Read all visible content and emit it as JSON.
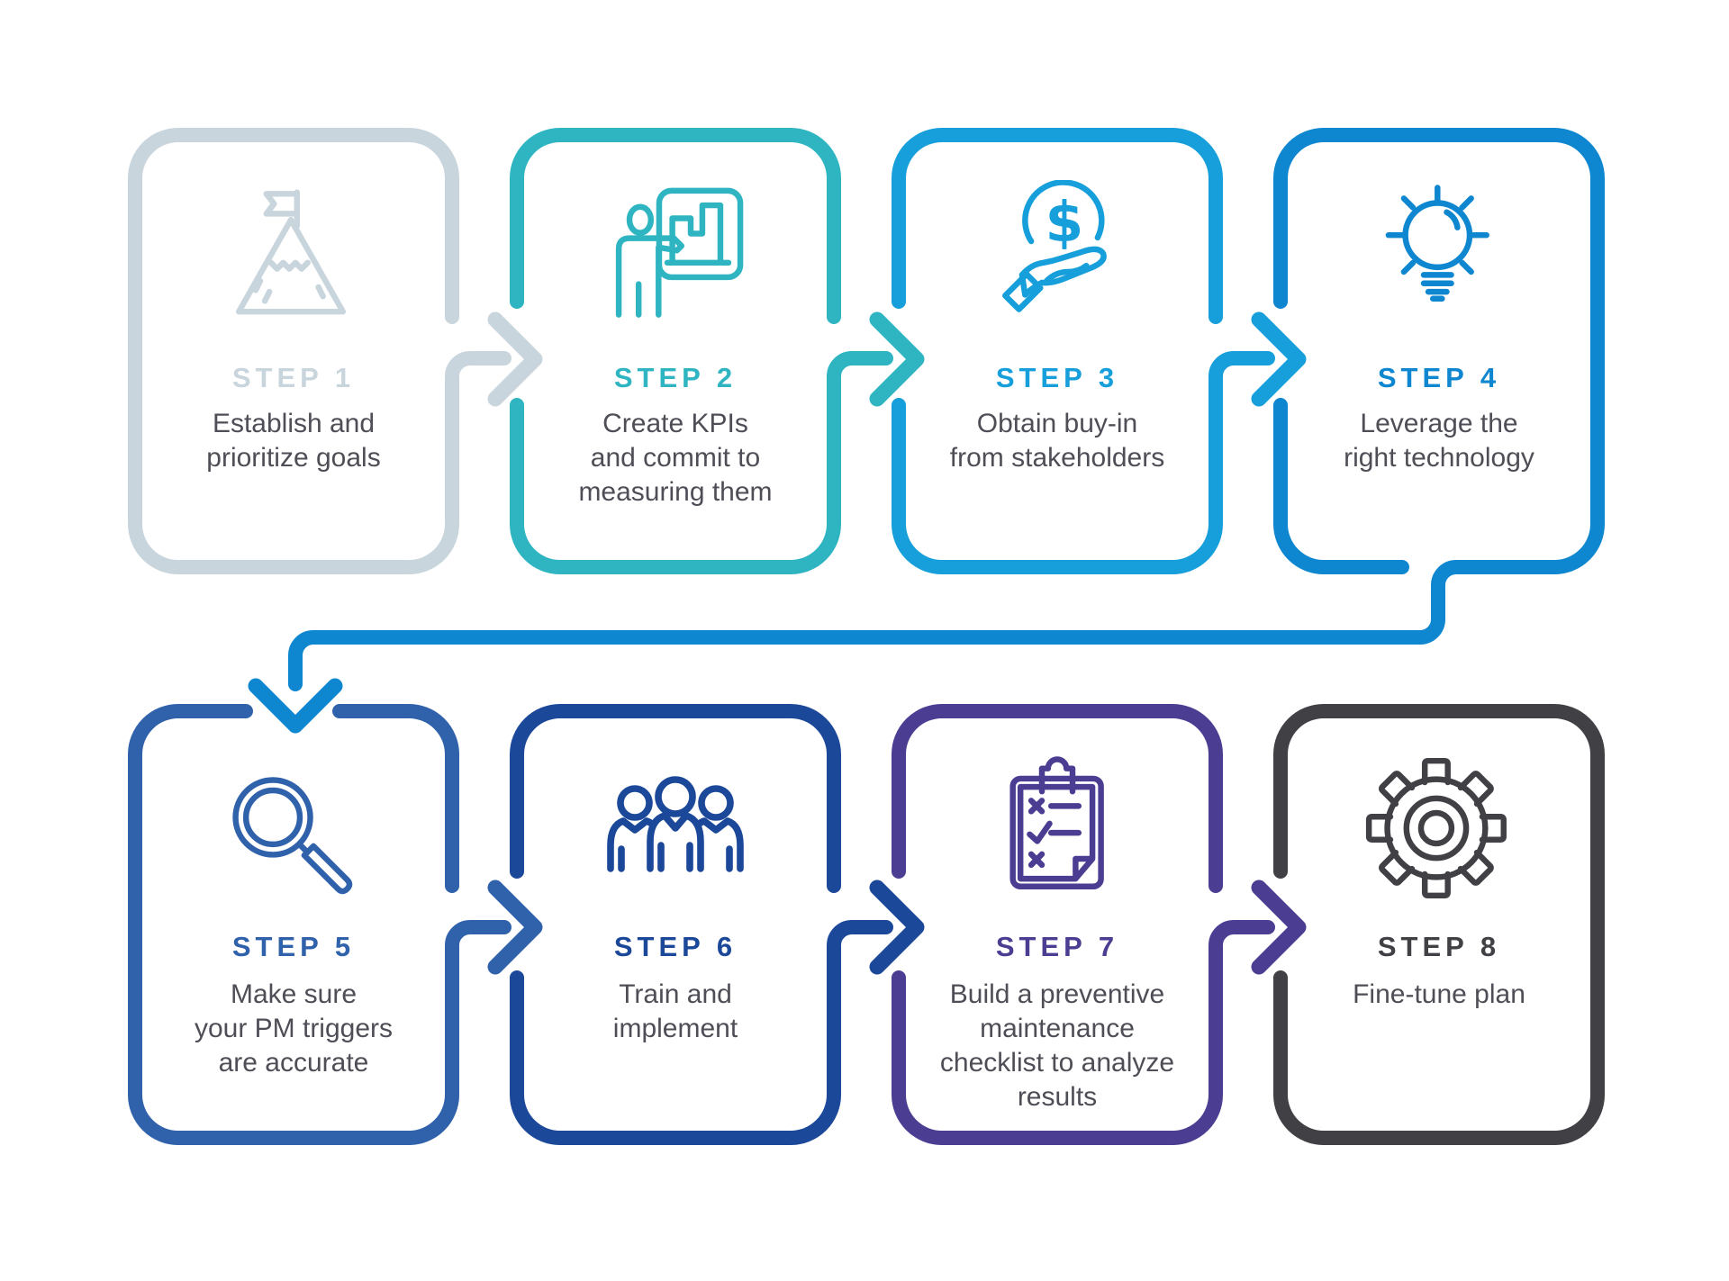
{
  "background_color": "#ffffff",
  "text_color": "#4e4e57",
  "steps": [
    {
      "label": "STEP 1",
      "description": "Establish and\nprioritize goals",
      "color": "#c9d5dc",
      "icon": "mountain-flag-icon"
    },
    {
      "label": "STEP 2",
      "description": "Create KPIs\nand commit to\nmeasuring them",
      "color": "#2fb5c2",
      "icon": "presenter-chart-icon"
    },
    {
      "label": "STEP 3",
      "description": "Obtain buy-in\nfrom stakeholders",
      "color": "#169fda",
      "icon": "hand-dollar-icon",
      "icon_text": "$"
    },
    {
      "label": "STEP 4",
      "description": "Leverage the\nright technology",
      "color": "#0e86d0",
      "icon": "lightbulb-icon"
    },
    {
      "label": "STEP 5",
      "description": "Make sure\nyour PM triggers\nare accurate",
      "color": "#3061ab",
      "icon": "magnifying-glass-icon"
    },
    {
      "label": "STEP 6",
      "description": "Train and\nimplement",
      "color": "#1c4899",
      "icon": "team-icon"
    },
    {
      "label": "STEP 7",
      "description": "Build a preventive\nmaintenance\nchecklist to analyze\nresults",
      "color": "#4b3e92",
      "icon": "checklist-clipboard-icon"
    },
    {
      "label": "STEP 8",
      "description": "Fine-tune plan",
      "color": "#414045",
      "icon": "gear-icon"
    }
  ]
}
